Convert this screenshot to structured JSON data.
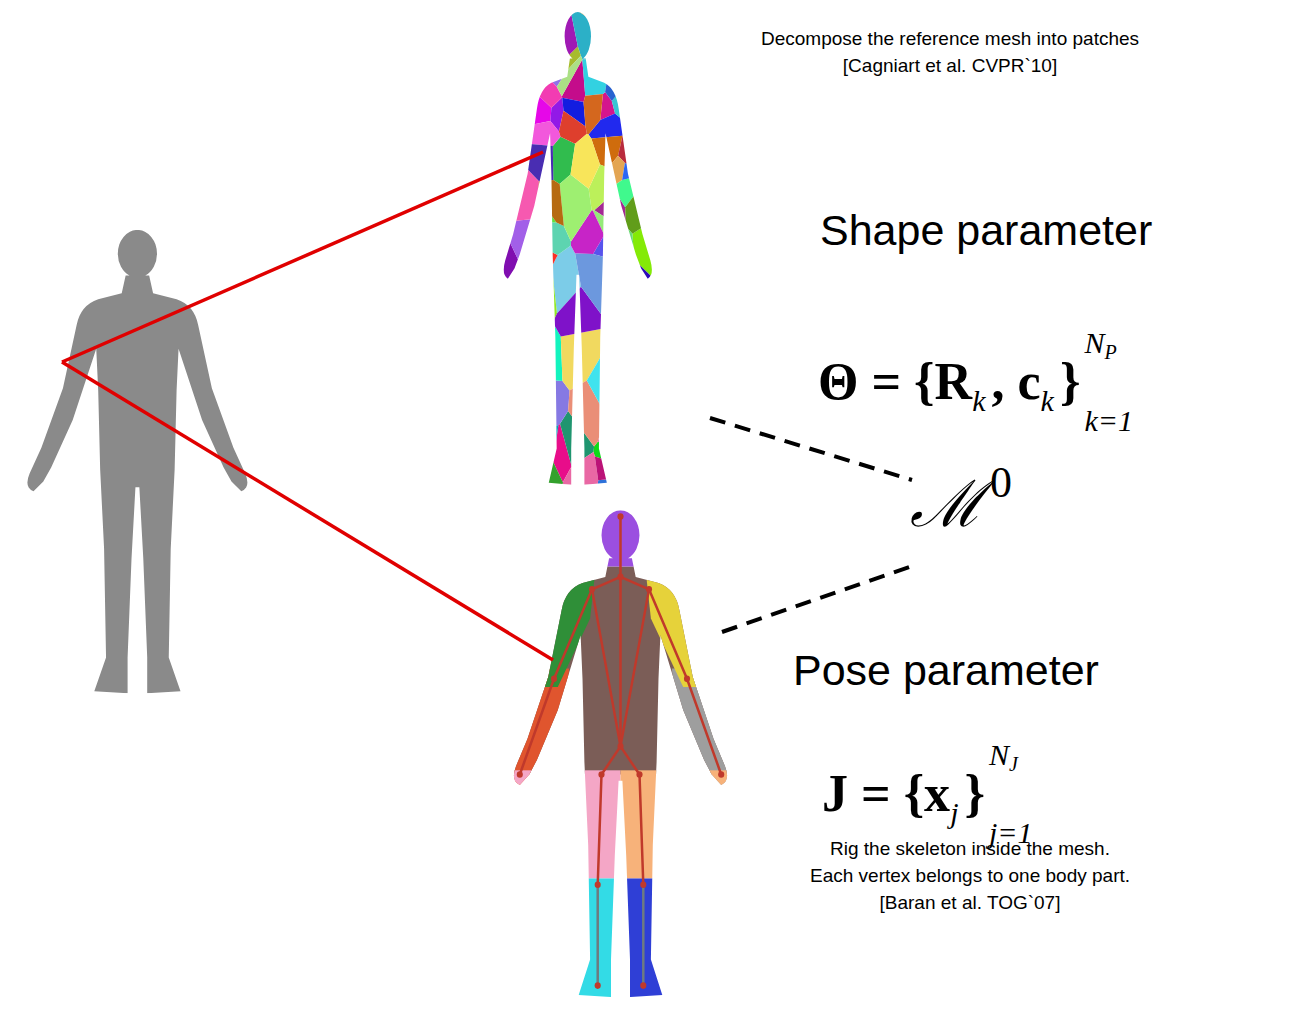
{
  "diagram": {
    "labels": [
      "Decompose the reference mesh into patches",
      "[Cagniart et al. CVPR`10]",
      "Shape parameter",
      "Θ = {R",
      "k",
      ", c",
      "k",
      "}",
      "N",
      "P",
      "k=1",
      "ℳ",
      "0",
      "Pose parameter",
      "J = {x",
      "j",
      "}",
      "N",
      "J",
      "j=1",
      "Rig the skeleton inside the mesh.",
      "Each vertex belongs to one body part.",
      "[Baran et al. TOG`07]"
    ]
  }
}
